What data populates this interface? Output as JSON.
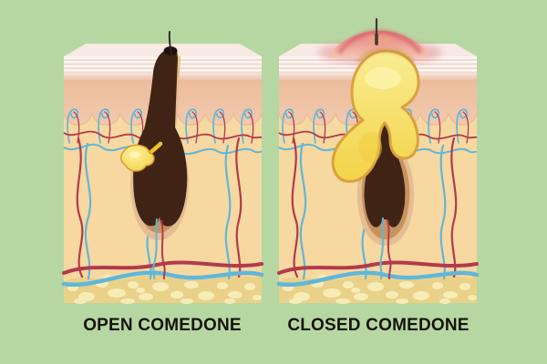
{
  "figure": {
    "kind": "skin cross-section medical illustration",
    "panel_count": 2
  },
  "panels": [
    {
      "id": "open",
      "label": "OPEN COMEDONE"
    },
    {
      "id": "closed",
      "label": "CLOSED COMEDONE"
    }
  ],
  "palette": {
    "background": "#b7d7a2",
    "label-text": "#16130e",
    "skin-top-face": "#f7e9e4",
    "stratum-stripe-light": "#fdf6f2",
    "stratum-stripe-dark": "#f0dad2",
    "epidermis-salmon": "#ecba9b",
    "papilla-edge": "#eab695",
    "dermis-cream": "#f6d8a0",
    "fat-base": "#ead189",
    "fat-blob": "#f8ecb6",
    "vessel-red": "#b23a4c",
    "vessel-blue": "#5fb7da",
    "follicle-dark": "#3f2416",
    "follicle-mid": "#c6935f",
    "follicle-outer": "#e5bd92",
    "sebum-yellow": "#f2cb2e",
    "sebum-pale": "#f8e87c",
    "sebum-rim": "#d9a13f",
    "gland-outline": "#d79b28",
    "inflamed-red": "#d4545e",
    "hair-dark": "#2b251f"
  }
}
